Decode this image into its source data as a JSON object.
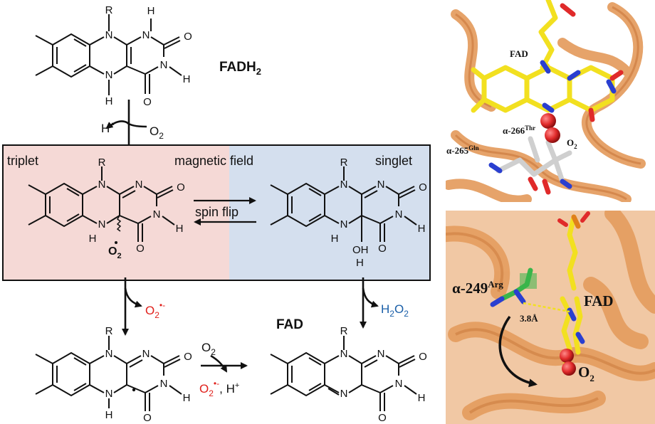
{
  "molecules": {
    "fadh2_label": "FADH",
    "fadh2_sub": "2",
    "fad_label": "FAD"
  },
  "steps": {
    "h_plus": "H",
    "o2": "O",
    "o2_sub": "2",
    "superoxide": "O",
    "superoxide_sub": "2",
    "superoxide_sup": "•-",
    "h2o2": "H",
    "h2o2_mid": "2",
    "h2o2_tail": "O",
    "h2o2_sub2": "2",
    "o2_step3": "O",
    "o2_step3_sub": "2",
    "byproducts_tail": ", H"
  },
  "box": {
    "triplet": "triplet",
    "singlet": "singlet",
    "field": "magnetic field",
    "spin_flip": "spin flip",
    "o2_label": "O",
    "o2_label_sub": "2",
    "oh_label": "OH"
  },
  "protein_top": {
    "fad": "FAD",
    "res1": "α-265",
    "res1_sup": "Gln",
    "res2": "α-266",
    "res2_sup": "Thr",
    "o2": "O",
    "o2_sub": "2"
  },
  "protein_bottom": {
    "res": "α-249",
    "res_sup": "Arg",
    "distance": "3.8Å",
    "fad": "FAD",
    "o2": "O",
    "o2_sub": "2"
  },
  "atoms": {
    "R": "R",
    "N": "N",
    "H": "H",
    "O": "O"
  },
  "colors": {
    "triplet_bg": "#f5d9d6",
    "singlet_bg": "#d4dfee",
    "superoxide_red": "#e0201b",
    "peroxide_blue": "#1a5fa8",
    "protein_orange": "#e49a5a",
    "fad_yellow": "#f2e020",
    "nitrogen_blue": "#2a3fd0",
    "oxygen_red": "#e02a2a",
    "arg_green": "#39b54a"
  }
}
